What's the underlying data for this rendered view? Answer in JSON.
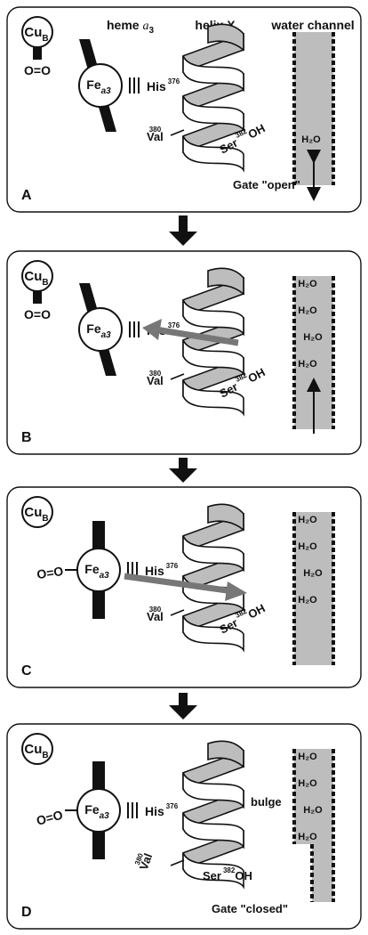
{
  "headers": {
    "heme": "heme ",
    "heme_italic": "a",
    "heme_sub": "3",
    "helix": "helix X",
    "channel": "water channel"
  },
  "labels": {
    "cu": "Cu",
    "cu_sub": "B",
    "fe": "Fe",
    "fe_sub": "a3",
    "o2": "O=O",
    "his": "His",
    "his_num": "376",
    "val": "Val",
    "val_num": "380",
    "ser": "Ser",
    "ser_num": "382",
    "oh": "OH",
    "h2o": "H₂O",
    "bulge": "bulge"
  },
  "panels": [
    {
      "id": "A",
      "letter": "A",
      "gate": "Gate \"open\""
    },
    {
      "id": "B",
      "letter": "B",
      "gate": ""
    },
    {
      "id": "C",
      "letter": "C",
      "gate": ""
    },
    {
      "id": "D",
      "letter": "D",
      "gate": "Gate \"closed\""
    }
  ]
}
